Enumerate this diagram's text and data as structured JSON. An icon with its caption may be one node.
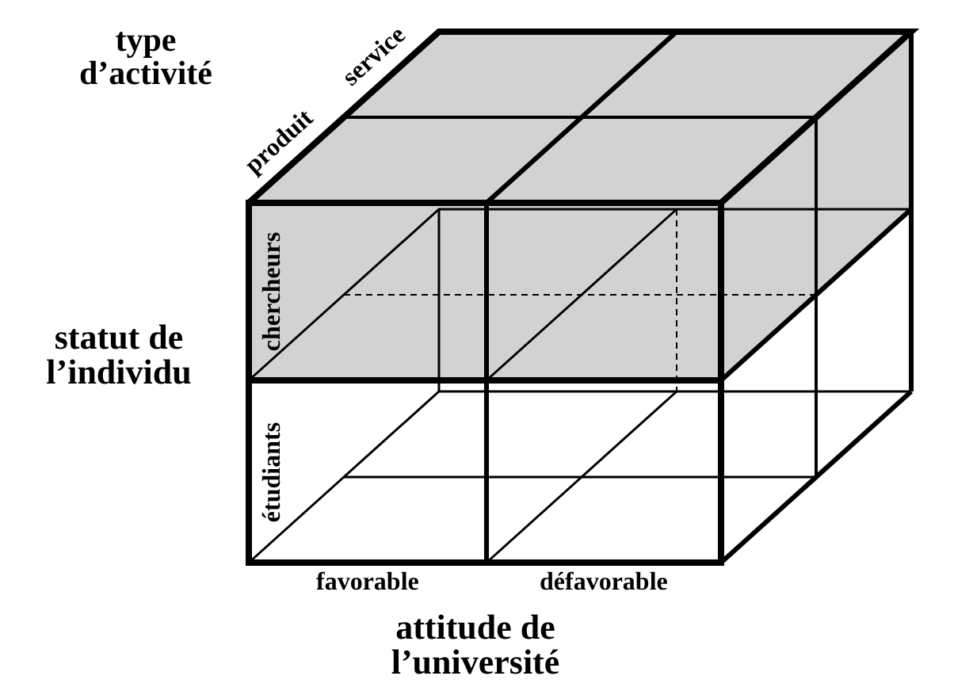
{
  "diagram": {
    "labels": [
      "type d’activité",
      "service",
      "produit",
      "chercheurs",
      "statut de l’individu",
      "étudiants",
      "favorable",
      "défavorable",
      "attitude de l’université"
    ]
  }
}
